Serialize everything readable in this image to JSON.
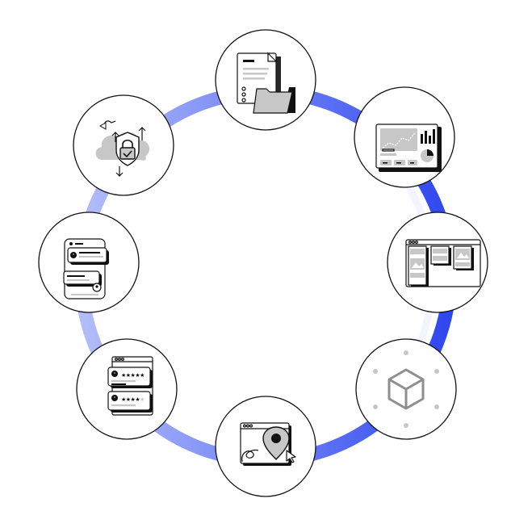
{
  "diagram": {
    "ring_colors": {
      "dark": "#2f46f0",
      "mid": "#6a7ef5",
      "light": "#b3bdf9",
      "highlight": "#e9edfd"
    },
    "node_colors": {
      "fill": "#ffffff",
      "stroke": "#111111",
      "gray": "#c7c7c7",
      "gray_dark": "#8f8f8f",
      "ink": "#111111"
    },
    "nodes": [
      {
        "id": "documents-folder",
        "icon": "document-folder-icon"
      },
      {
        "id": "analytics-dashboard",
        "icon": "dashboard-chart-icon"
      },
      {
        "id": "kanban-board",
        "icon": "kanban-board-icon"
      },
      {
        "id": "3d-cube",
        "icon": "cube-icon"
      },
      {
        "id": "map-location",
        "icon": "map-pin-cursor-icon"
      },
      {
        "id": "ratings-reviews",
        "icon": "star-review-icon"
      },
      {
        "id": "chat-messaging",
        "icon": "chat-phone-icon"
      },
      {
        "id": "cloud-security",
        "icon": "cloud-lock-shield-icon"
      }
    ]
  }
}
